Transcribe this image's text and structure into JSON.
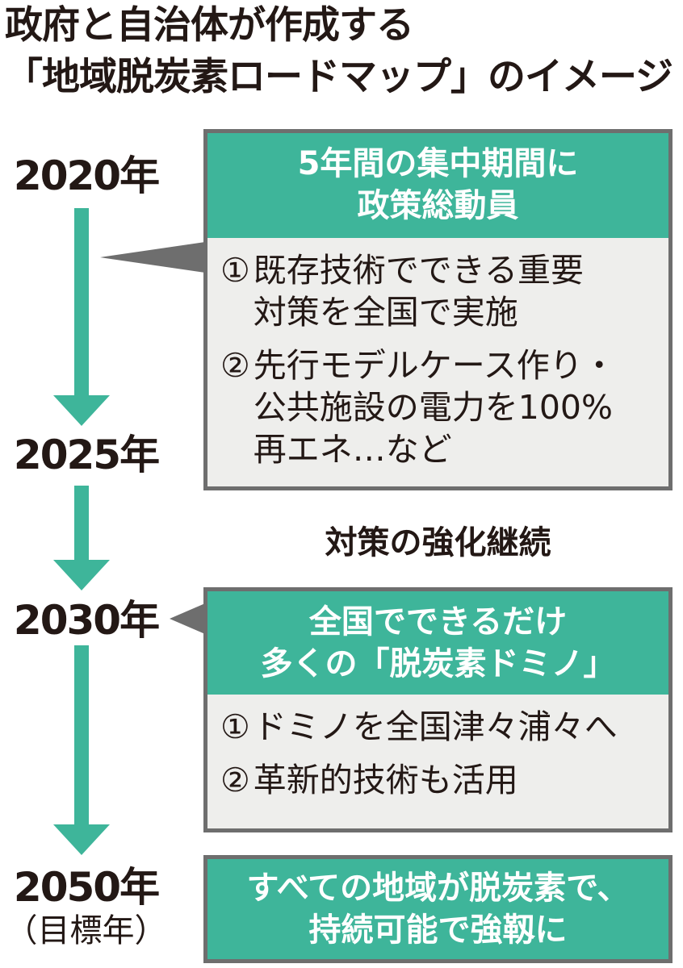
{
  "title": {
    "line1": "政府と自治体が作成する",
    "line2": "「地域脱炭素ロードマップ」のイメージ"
  },
  "colors": {
    "accent": "#3eb59a",
    "border": "#6e6e6e",
    "panel": "#eeeeec",
    "text": "#231815"
  },
  "timeline": [
    {
      "year": "2020年"
    },
    {
      "year": "2025年"
    },
    {
      "year": "2030年"
    },
    {
      "year": "2050年",
      "note": "（目標年）"
    }
  ],
  "phase1": {
    "heading": "5年間の集中期間に\n政策総動員",
    "items": [
      {
        "num": "①",
        "text": "既存技術でできる重要\n対策を全国で実施"
      },
      {
        "num": "②",
        "text": "先行モデルケース作り・\n公共施設の電力を100%\n再エネ…など"
      }
    ]
  },
  "middle_label": "対策の強化継続",
  "phase2": {
    "heading": "全国でできるだけ\n多くの「脱炭素ドミノ」",
    "items": [
      {
        "num": "①",
        "text": "ドミノを全国津々浦々へ"
      },
      {
        "num": "②",
        "text": "革新的技術も活用"
      }
    ]
  },
  "goal": {
    "heading": "すべての地域が脱炭素で、\n持続可能で強靱に"
  }
}
